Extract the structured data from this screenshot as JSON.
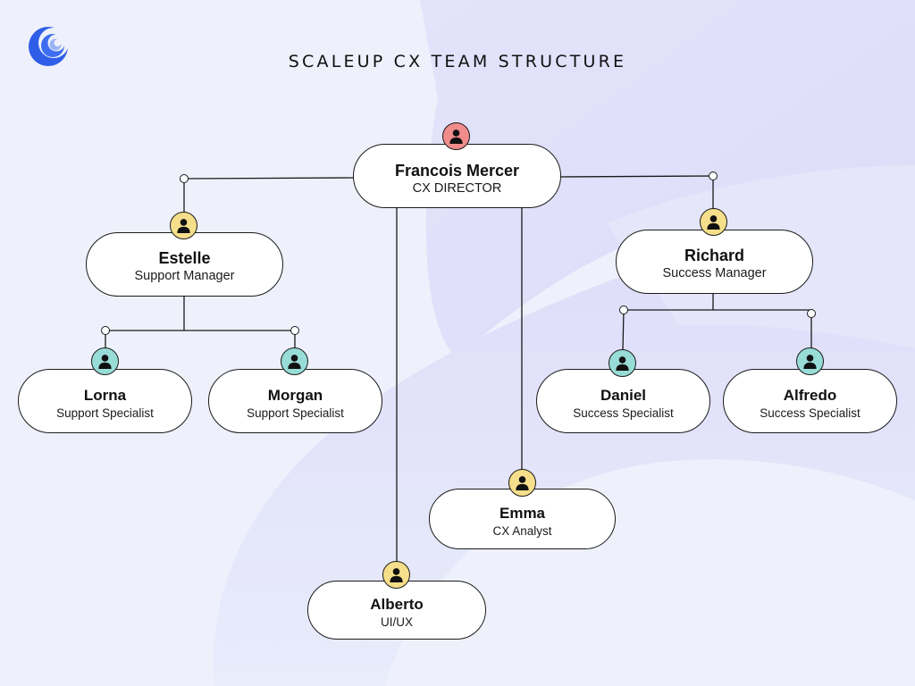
{
  "title": "SCALEUP CX TEAM STRUCTURE",
  "colors": {
    "background": "#eef1fb",
    "accent_blue": "#2f5ee8",
    "avatar_red": "#f08c8c",
    "avatar_yellow": "#f6df8a",
    "avatar_teal": "#98dcd7",
    "line": "#1a1a1a"
  },
  "icons": {
    "logo": "swirl-logo-icon",
    "person": "person-icon"
  },
  "nodes": {
    "francois": {
      "name": "Francois Mercer",
      "role": "CX DIRECTOR",
      "avatar_color": "red"
    },
    "estelle": {
      "name": "Estelle",
      "role": "Support Manager",
      "avatar_color": "yellow"
    },
    "richard": {
      "name": "Richard",
      "role": "Success Manager",
      "avatar_color": "yellow"
    },
    "lorna": {
      "name": "Lorna",
      "role": "Support Specialist",
      "avatar_color": "teal"
    },
    "morgan": {
      "name": "Morgan",
      "role": "Support Specialist",
      "avatar_color": "teal"
    },
    "daniel": {
      "name": "Daniel",
      "role": "Success Specialist",
      "avatar_color": "teal"
    },
    "alfredo": {
      "name": "Alfredo",
      "role": "Success Specialist",
      "avatar_color": "teal"
    },
    "emma": {
      "name": "Emma",
      "role": "CX Analyst",
      "avatar_color": "yellow"
    },
    "alberto": {
      "name": "Alberto",
      "role": "UI/UX",
      "avatar_color": "yellow"
    }
  }
}
